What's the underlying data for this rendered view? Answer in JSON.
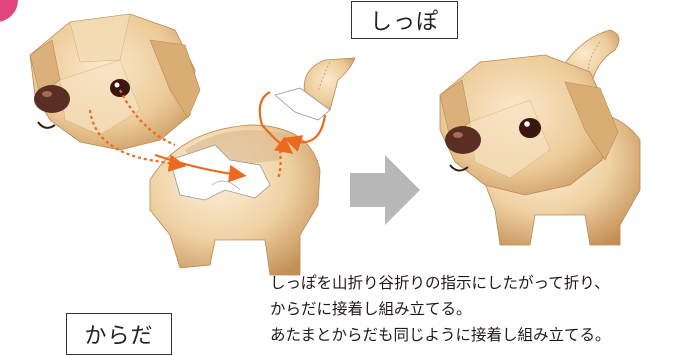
{
  "labels": {
    "tail": "しっぽ",
    "body": "からだ"
  },
  "instructions": [
    "しっぽを山折り谷折りの指示にしたがって折り、",
    "からだに接着し組み立てる。",
    "あたまとからだも同じように接着し組み立てる。"
  ],
  "colors": {
    "accent_pink": "#e0457b",
    "arrow_orange": "#ea6a1e",
    "dog_fur": "#e8c48c",
    "arrow_gray": "#b8b8b8"
  },
  "icons": [
    "arrow-right-icon",
    "assembly-arrow-icon"
  ]
}
